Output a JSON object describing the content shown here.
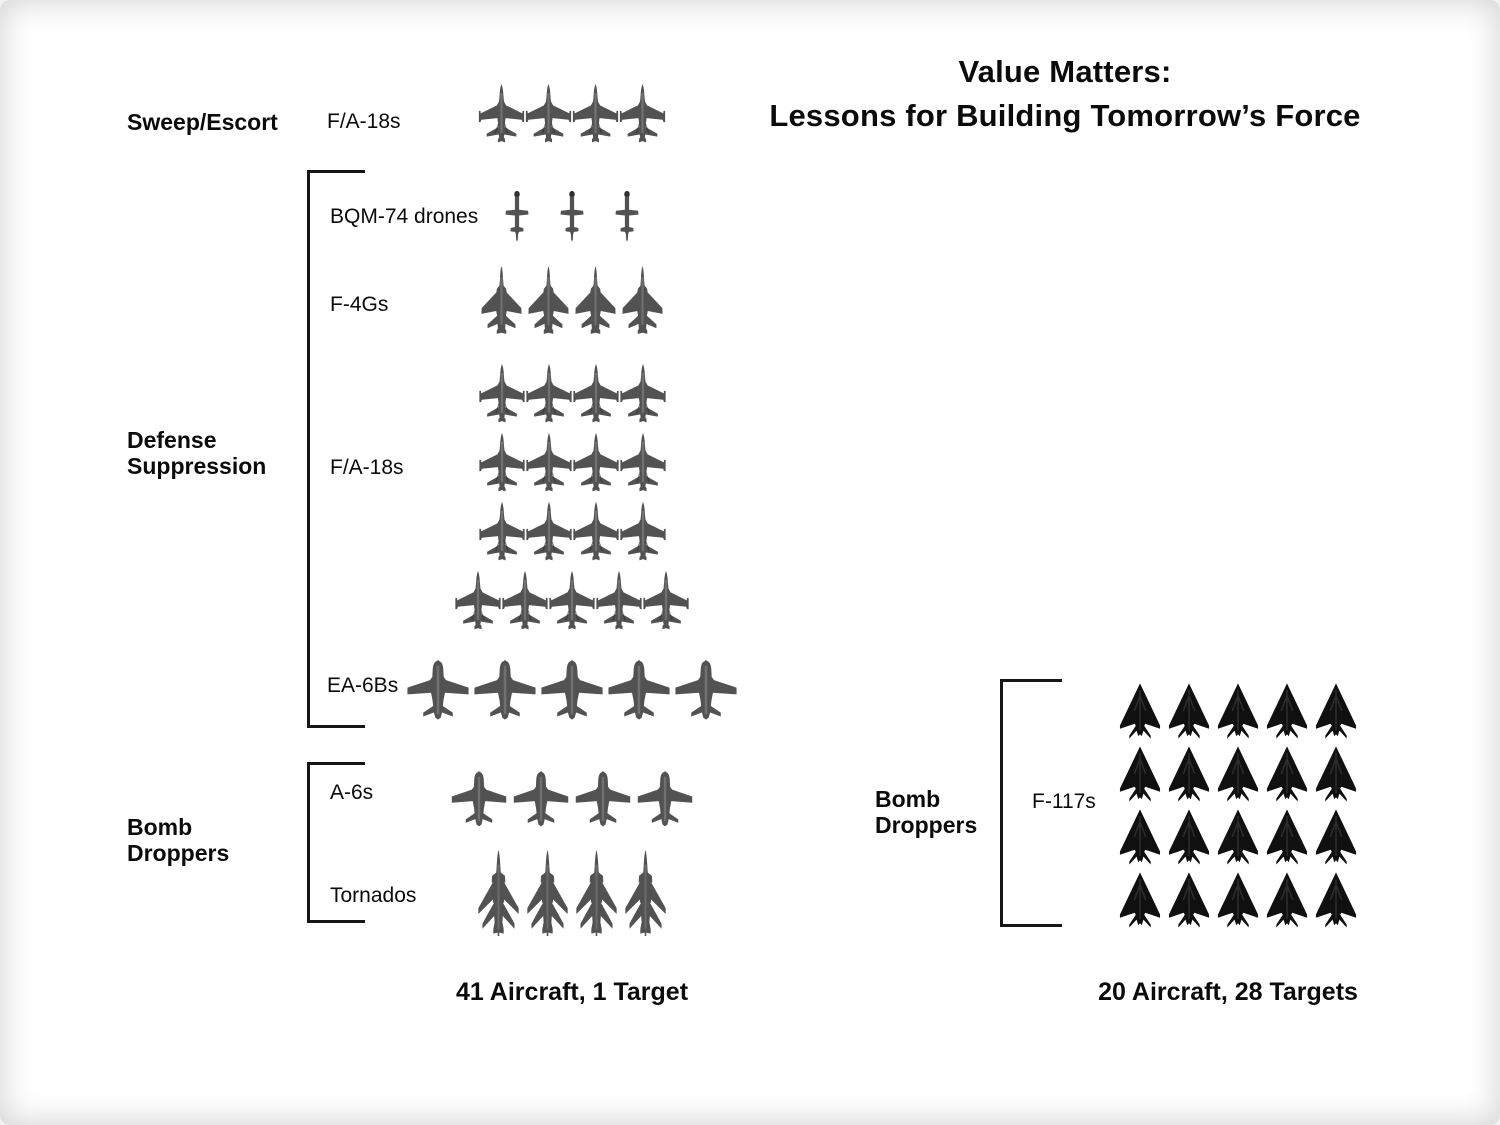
{
  "title": {
    "text": "Value Matters:\nLessons for Building Tomorrow’s Force"
  },
  "left_chart": {
    "groups": [
      {
        "label": "Sweep/Escort",
        "rows": [
          {
            "aircraft": "F/A-18s",
            "icon": "fa18",
            "counts": [
              4
            ]
          }
        ]
      },
      {
        "label": "Defense\nSuppression",
        "rows": [
          {
            "aircraft": "BQM-74 drones",
            "icon": "bqm74",
            "counts": [
              3
            ]
          },
          {
            "aircraft": "F-4Gs",
            "icon": "f4g",
            "counts": [
              4
            ]
          },
          {
            "aircraft": "F/A-18s",
            "icon": "fa18",
            "counts": [
              4,
              4,
              4,
              5
            ]
          },
          {
            "aircraft": "EA-6Bs",
            "icon": "ea6b",
            "counts": [
              5
            ]
          }
        ]
      },
      {
        "label": "Bomb\nDroppers",
        "rows": [
          {
            "aircraft": "A-6s",
            "icon": "a6",
            "counts": [
              4
            ]
          },
          {
            "aircraft": "Tornados",
            "icon": "tornado",
            "counts": [
              4
            ]
          }
        ]
      }
    ],
    "total_aircraft": 41,
    "caption": "41 Aircraft, 1 Target"
  },
  "right_chart": {
    "group_label": "Bomb\nDroppers",
    "row": {
      "aircraft": "F-117s",
      "icon": "f117",
      "counts": [
        5,
        5,
        5,
        5
      ]
    },
    "total_aircraft": 20,
    "caption": "20 Aircraft, 28 Targets"
  },
  "colors": {
    "aircraft_gray": "#525252",
    "stealth_black": "#101010",
    "text": "#0b0b0b",
    "bracket": "#161616",
    "tornado_stripe": "#ffffff",
    "background": "#ffffff",
    "edge_shade": "rgba(0,0,0,0.16)"
  }
}
